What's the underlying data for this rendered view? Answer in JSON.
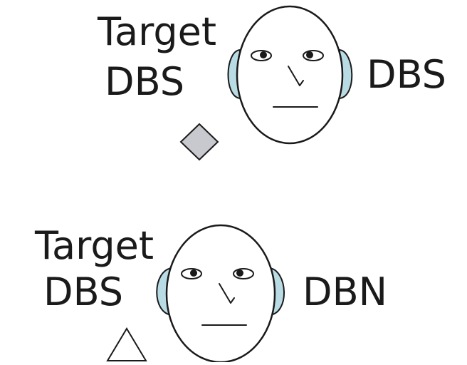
{
  "colors": {
    "ear_fill": "#b9dce4",
    "stroke": "#1a1a1a",
    "diamond_fill": "#c8c9cf",
    "triangle_fill": "#ffffff",
    "face_fill": "#ffffff"
  },
  "panels": [
    {
      "target_label_line1": "Target",
      "target_label_line2": "DBS",
      "right_label": "DBS",
      "marker": "diamond"
    },
    {
      "target_label_line1": "Target",
      "target_label_line2": "DBS",
      "right_label": "DBN",
      "marker": "triangle"
    }
  ]
}
